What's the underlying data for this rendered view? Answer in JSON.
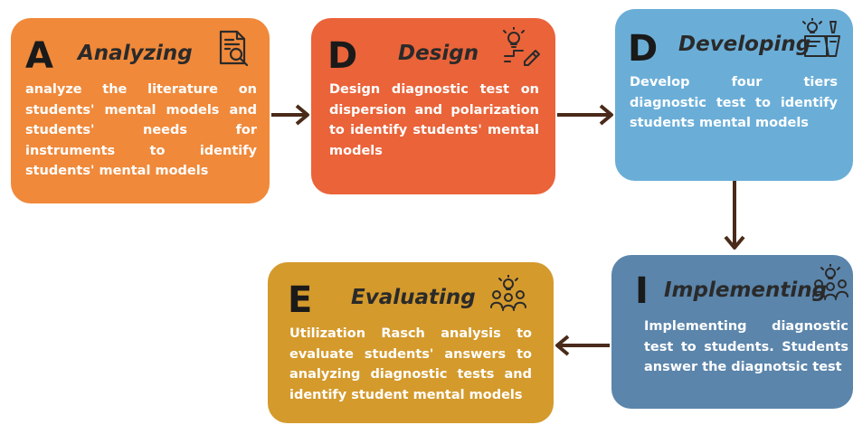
{
  "diagram": {
    "steps": [
      {
        "id": "analyzing",
        "letter": "A",
        "title": "Analyzing",
        "icon": "document-search-icon",
        "color": "#f0893a",
        "text": "analyze the literature on students' mental models and students' needs for instruments to identify students' mental models"
      },
      {
        "id": "design",
        "letter": "D",
        "title": "Design",
        "icon": "lightbulb-pencil-icon",
        "color": "#ea6339",
        "text": "Design diagnostic test on dispersion and polarization to identify students' mental models"
      },
      {
        "id": "developing",
        "letter": "D",
        "title": "Developing",
        "icon": "drafting-tools-icon",
        "color": "#6aaed8",
        "text": "Develop four tiers diagnostic test to identify students mental models"
      },
      {
        "id": "implementing",
        "letter": "I",
        "title": "Implementing",
        "icon": "people-lightbulb-icon",
        "color": "#5b85ab",
        "text": "Implementing diagnostic test to students. Students answer the diagnotsic test"
      },
      {
        "id": "evaluating",
        "letter": "E",
        "title": "Evaluating",
        "icon": "people-lightbulb-icon",
        "color": "#d49a2c",
        "text": "Utilization Rasch analysis to evaluate students' answers to analyzing diagnostic tests and identify student mental models"
      }
    ],
    "arrow_color": "#4a2a1a"
  }
}
